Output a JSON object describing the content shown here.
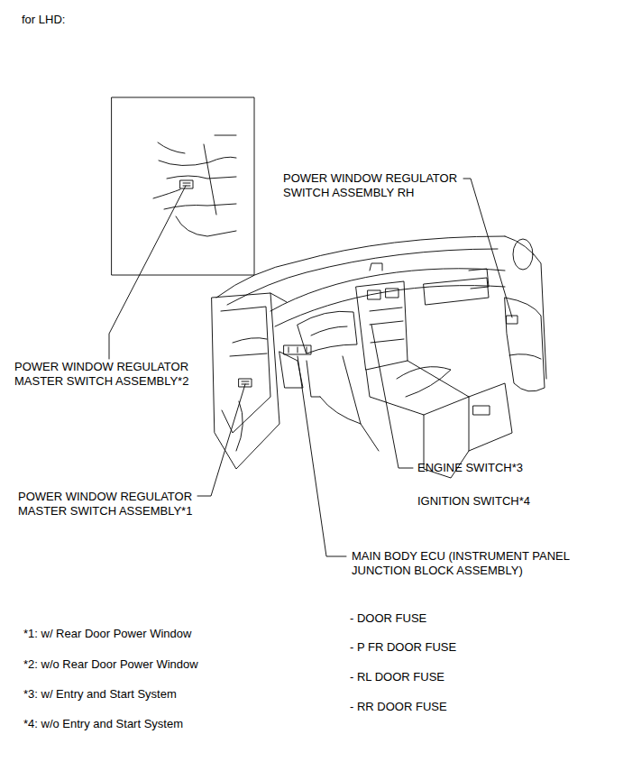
{
  "diagram": {
    "title": "for LHD:",
    "labels": [
      "POWER WINDOW REGULATOR SWITCH ASSEMBLY RH",
      "POWER WINDOW REGULATOR MASTER SWITCH ASSEMBLY*2",
      "POWER WINDOW REGULATOR MASTER SWITCH ASSEMBLY*1",
      "ENGINE SWITCH*3",
      "IGNITION SWITCH*4",
      "MAIN BODY ECU (INSTRUMENT PANEL JUNCTION BLOCK ASSEMBLY)",
      "- DOOR FUSE",
      "- P FR DOOR FUSE",
      "- RL DOOR FUSE",
      "- RR DOOR FUSE",
      "*1: w/ Rear Door Power Window",
      "*2: w/o Rear Door Power Window",
      "*3: w/ Entry and Start System",
      "*4: w/o Entry and Start System"
    ]
  }
}
